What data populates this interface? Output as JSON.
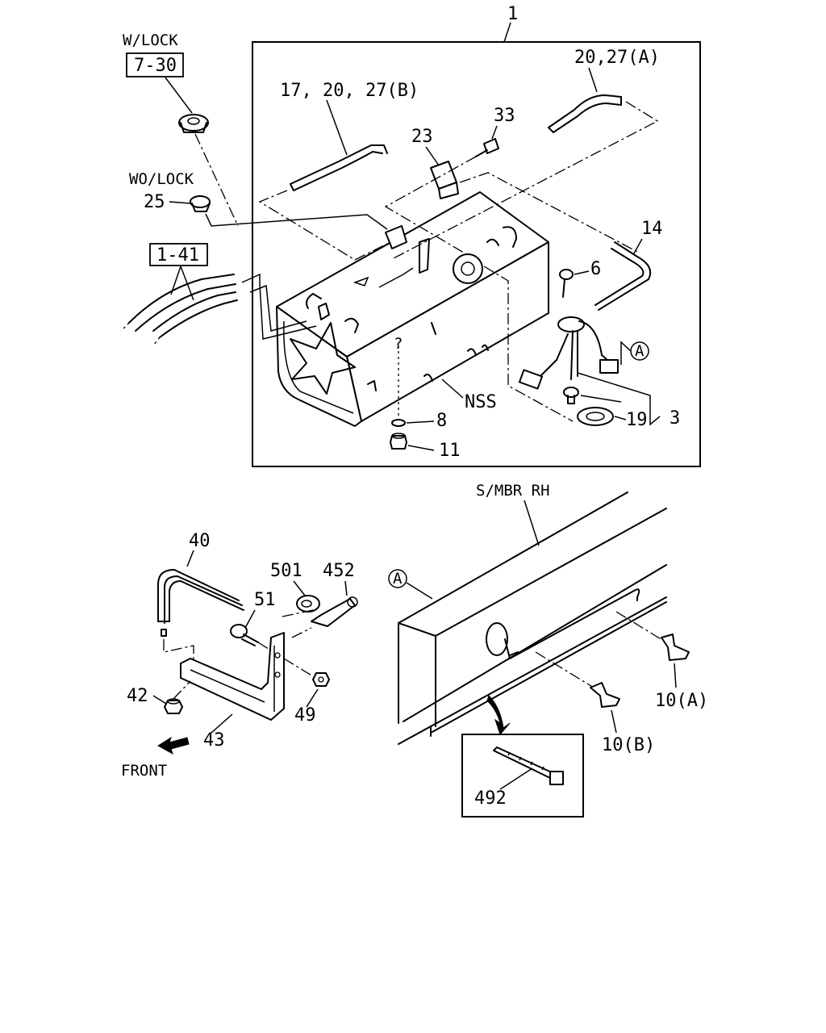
{
  "callouts": {
    "assembly_1": "1",
    "w_lock": "W/LOCK",
    "ref_7_30": "7-30",
    "wo_lock": "WO/LOCK",
    "part_25": "25",
    "ref_1_41": "1-41",
    "part_17_20_27_b": "17, 20, 27(B)",
    "part_20_27_a": "20,27(A)",
    "part_23": "23",
    "part_33": "33",
    "part_14": "14",
    "part_6": "6",
    "circle_a_top": "A",
    "nss": "NSS",
    "part_8": "8",
    "part_11": "11",
    "part_19": "19",
    "part_3": "3",
    "s_mbr_rh": "S/MBR RH",
    "circle_a_bottom": "A",
    "part_40": "40",
    "part_501": "501",
    "part_452": "452",
    "part_51": "51",
    "part_42": "42",
    "part_49": "49",
    "part_43": "43",
    "front": "FRONT",
    "part_10_a": "10(A)",
    "part_10_b": "10(B)",
    "part_492": "492",
    "question_mark": "?"
  }
}
